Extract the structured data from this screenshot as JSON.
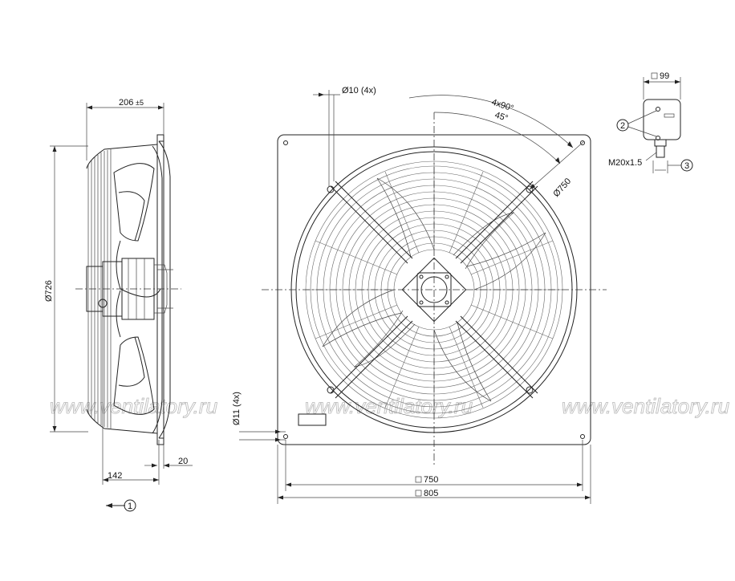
{
  "dimensions": {
    "depth_total": "206",
    "depth_tolerance": "±5",
    "side_diameter": "Ø726",
    "depth_142": "142",
    "flange_20": "20",
    "hole_top": "Ø10 (4x)",
    "hole_bottom": "Ø11 (4x)",
    "angle_4x90": "4x90°",
    "angle_45": "45°",
    "guard_diameter": "Ø750",
    "hole_span": "750",
    "plate_size": "805",
    "box_size": "99",
    "thread": "M20x1.5"
  },
  "callouts": {
    "c1": "1",
    "c2": "2",
    "c3": "3"
  },
  "watermark": {
    "text": "www.ventilatory.ru"
  },
  "colors": {
    "line": "#222222",
    "watermark": "#b8b8b8",
    "background": "#ffffff"
  }
}
